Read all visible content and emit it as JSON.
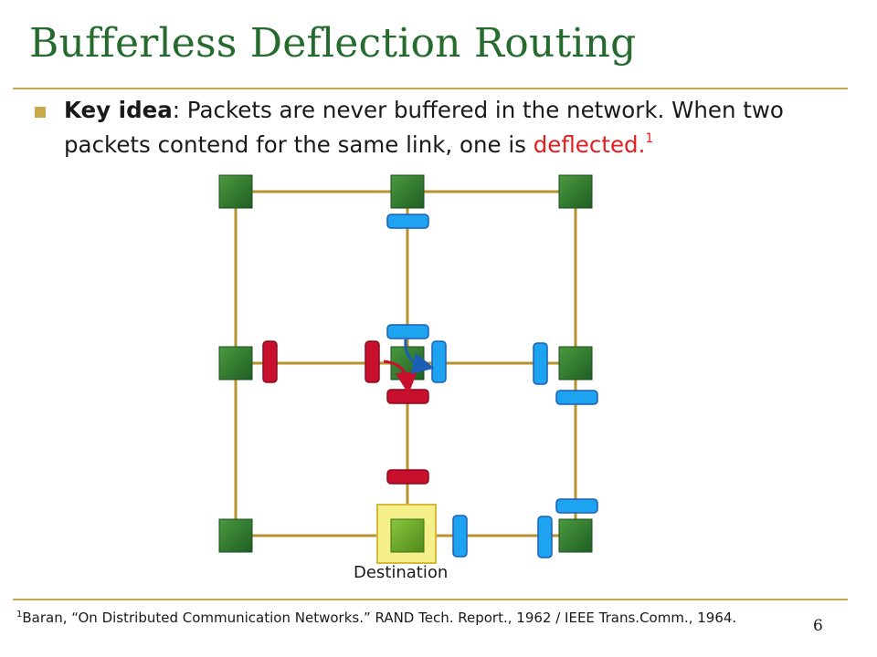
{
  "slide": {
    "title": "Bufferless Deflection Routing",
    "bullet": {
      "key_label": "Key idea",
      "text_before": ": Packets are never buffered in the network. When two packets contend for the same link, one is ",
      "highlight": "deflected.",
      "footnote_ref": "1"
    },
    "diagram": {
      "destination_label": "Destination"
    },
    "footnote": {
      "marker": "1",
      "text": "Baran, “On Distributed Communication Networks.” RAND Tech. Report., 1962 / IEEE Trans.Comm., 1964."
    },
    "page_number": "6"
  },
  "colors": {
    "title": "#256b2e",
    "rule": "#c5a94e",
    "link": "#b8922f",
    "router": "#2e7d32",
    "destination_router": "#6aaa22",
    "destination_highlight": "#f6f08a",
    "blue_packet": "#1ea3f0",
    "red_packet": "#c8102e",
    "deflected_text": "#e41e1e"
  }
}
